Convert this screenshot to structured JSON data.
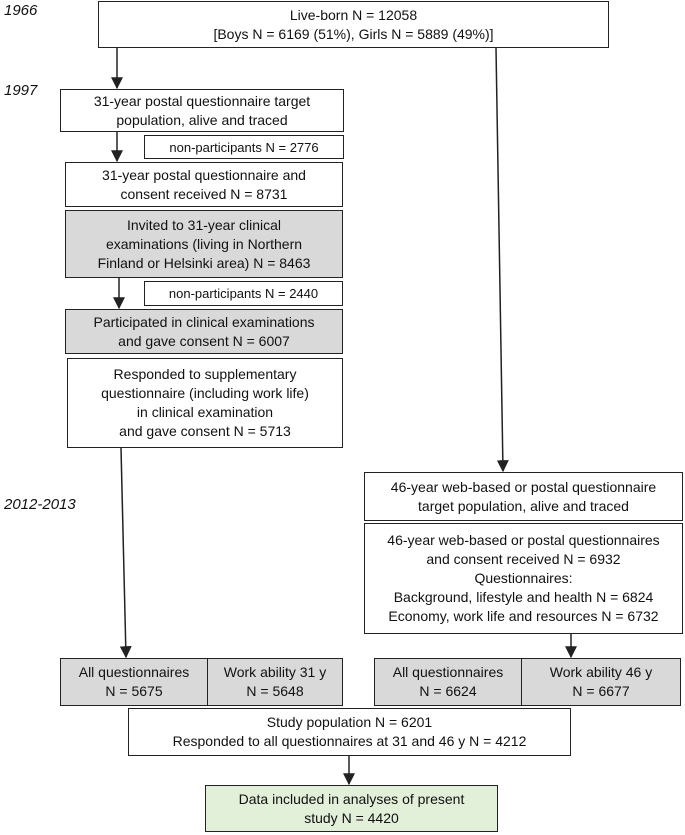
{
  "years": {
    "y1966": "1966",
    "y1997": "1997",
    "y2012": "2012-2013"
  },
  "boxes": {
    "liveborn": {
      "line1": "Live-born N = 12058",
      "line2": "[Boys N = 6169 (51%), Girls N = 5889 (49%)]"
    },
    "q31_target": {
      "line1": "31-year postal questionnaire target",
      "line2": "population, alive and traced"
    },
    "nonpart1": {
      "text": "non-participants N = 2776"
    },
    "q31_consent": {
      "line1": "31-year postal questionnaire and",
      "line2": "consent received N = 8731"
    },
    "invited": {
      "line1": "Invited to 31-year clinical",
      "line2": "examinations (living in Northern",
      "line3": "Finland or Helsinki area) N = 8463"
    },
    "nonpart2": {
      "text": "non-participants N = 2440"
    },
    "participated": {
      "line1": "Participated in clinical examinations",
      "line2": "and gave consent N = 6007"
    },
    "supplementary": {
      "line1": "Responded to supplementary",
      "line2": "questionnaire (including work life)",
      "line3": "in clinical examination",
      "line4": "and gave consent N = 5713"
    },
    "q46_target": {
      "line1": "46-year web-based or postal questionnaire",
      "line2": "target population, alive and traced"
    },
    "q46_consent": {
      "line1": "46-year web-based or postal questionnaires",
      "line2": "and consent received N = 6932",
      "line3": "Questionnaires:",
      "line4": "Background, lifestyle and health N = 6824",
      "line5": "Economy, work life and resources N = 6732"
    },
    "allq31": {
      "line1": "All questionnaires",
      "line2": "N = 5675"
    },
    "wa31": {
      "line1": "Work ability 31 y",
      "line2": "N = 5648"
    },
    "allq46": {
      "line1": "All questionnaires",
      "line2": "N = 6624"
    },
    "wa46": {
      "line1": "Work ability 46 y",
      "line2": "N = 6677"
    },
    "studypop": {
      "line1": "Study population N = 6201",
      "line2": "Responded to all questionnaires at 31 and 46 y N = 4212"
    },
    "included": {
      "line1": "Data included in analyses of present",
      "line2": "study N = 4420"
    }
  },
  "colors": {
    "gray_fill": "#d9d9d9",
    "green_fill": "#e2efd9",
    "line": "#222222"
  }
}
